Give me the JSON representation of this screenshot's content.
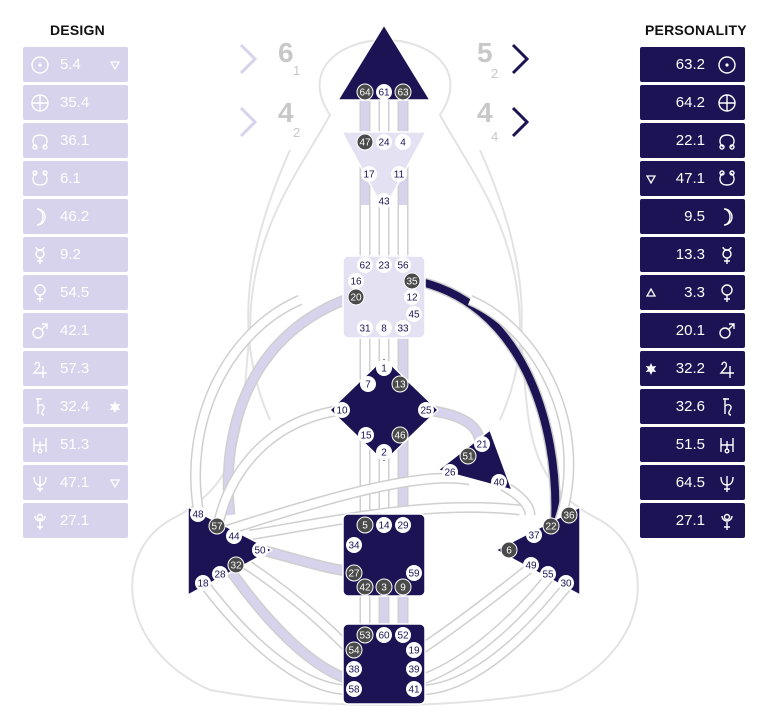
{
  "design": {
    "title": "DESIGN",
    "rows": [
      {
        "icon": "sun-icon",
        "value": "5.4",
        "marker": "down-triangle"
      },
      {
        "icon": "earth-icon",
        "value": "35.4",
        "marker": ""
      },
      {
        "icon": "north-node-icon",
        "value": "36.1",
        "marker": ""
      },
      {
        "icon": "south-node-icon",
        "value": "6.1",
        "marker": ""
      },
      {
        "icon": "moon-icon",
        "value": "46.2",
        "marker": ""
      },
      {
        "icon": "mercury-icon",
        "value": "9.2",
        "marker": ""
      },
      {
        "icon": "venus-icon",
        "value": "54.5",
        "marker": ""
      },
      {
        "icon": "mars-icon",
        "value": "42.1",
        "marker": ""
      },
      {
        "icon": "jupiter-icon",
        "value": "57.3",
        "marker": ""
      },
      {
        "icon": "saturn-icon",
        "value": "32.4",
        "marker": "star"
      },
      {
        "icon": "uranus-icon",
        "value": "51.3",
        "marker": ""
      },
      {
        "icon": "neptune-icon",
        "value": "47.1",
        "marker": "down-triangle"
      },
      {
        "icon": "pluto-icon",
        "value": "27.1",
        "marker": ""
      }
    ]
  },
  "personality": {
    "title": "PERSONALITY",
    "rows": [
      {
        "icon": "sun-icon",
        "value": "63.2",
        "marker": ""
      },
      {
        "icon": "earth-icon",
        "value": "64.2",
        "marker": ""
      },
      {
        "icon": "north-node-icon",
        "value": "22.1",
        "marker": ""
      },
      {
        "icon": "south-node-icon",
        "value": "47.1",
        "marker": "down-triangle"
      },
      {
        "icon": "moon-icon",
        "value": "9.5",
        "marker": ""
      },
      {
        "icon": "mercury-icon",
        "value": "13.3",
        "marker": ""
      },
      {
        "icon": "venus-icon",
        "value": "3.3",
        "marker": "up-triangle"
      },
      {
        "icon": "mars-icon",
        "value": "20.1",
        "marker": ""
      },
      {
        "icon": "jupiter-icon",
        "value": "32.2",
        "marker": "star"
      },
      {
        "icon": "saturn-icon",
        "value": "32.6",
        "marker": ""
      },
      {
        "icon": "uranus-icon",
        "value": "51.5",
        "marker": ""
      },
      {
        "icon": "neptune-icon",
        "value": "64.5",
        "marker": ""
      },
      {
        "icon": "pluto-icon",
        "value": "27.1",
        "marker": ""
      }
    ]
  },
  "variables": {
    "top_left": {
      "big": "6",
      "small": "1"
    },
    "bottom_left": {
      "big": "4",
      "small": "2"
    },
    "top_right": {
      "big": "5",
      "small": "2"
    },
    "bottom_right": {
      "big": "4",
      "small": "4"
    }
  },
  "colors": {
    "design": "#d7d3ec",
    "personality": "#1b1354",
    "defined_center": "#1b1354",
    "undefined_center": "#e4e1f2",
    "channel_open": "#ffffff",
    "gate_design": "#4a4a4a"
  },
  "centers": [
    {
      "name": "head",
      "defined": true,
      "gates": [
        {
          "n": "64",
          "t": "design"
        },
        {
          "n": "61",
          "t": "none"
        },
        {
          "n": "63",
          "t": "design"
        }
      ]
    },
    {
      "name": "ajna",
      "defined": false,
      "gates": [
        {
          "n": "47",
          "t": "design"
        },
        {
          "n": "24",
          "t": "none"
        },
        {
          "n": "4",
          "t": "none"
        },
        {
          "n": "17",
          "t": "none"
        },
        {
          "n": "11",
          "t": "none"
        },
        {
          "n": "43",
          "t": "none"
        }
      ]
    },
    {
      "name": "throat",
      "defined": false,
      "gates": [
        {
          "n": "62",
          "t": "none"
        },
        {
          "n": "23",
          "t": "none"
        },
        {
          "n": "56",
          "t": "none"
        },
        {
          "n": "16",
          "t": "none"
        },
        {
          "n": "35",
          "t": "design"
        },
        {
          "n": "20",
          "t": "design"
        },
        {
          "n": "12",
          "t": "none"
        },
        {
          "n": "45",
          "t": "none"
        },
        {
          "n": "31",
          "t": "none"
        },
        {
          "n": "8",
          "t": "none"
        },
        {
          "n": "33",
          "t": "none"
        }
      ]
    },
    {
      "name": "g-center",
      "defined": true,
      "gates": [
        {
          "n": "1",
          "t": "none"
        },
        {
          "n": "7",
          "t": "none"
        },
        {
          "n": "13",
          "t": "design"
        },
        {
          "n": "10",
          "t": "none"
        },
        {
          "n": "25",
          "t": "none"
        },
        {
          "n": "15",
          "t": "none"
        },
        {
          "n": "46",
          "t": "design"
        },
        {
          "n": "2",
          "t": "none"
        }
      ]
    },
    {
      "name": "heart",
      "defined": true,
      "gates": [
        {
          "n": "21",
          "t": "none"
        },
        {
          "n": "51",
          "t": "design"
        },
        {
          "n": "26",
          "t": "none"
        },
        {
          "n": "40",
          "t": "none"
        }
      ]
    },
    {
      "name": "spleen",
      "defined": true,
      "gates": [
        {
          "n": "48",
          "t": "none"
        },
        {
          "n": "57",
          "t": "design"
        },
        {
          "n": "44",
          "t": "none"
        },
        {
          "n": "50",
          "t": "none"
        },
        {
          "n": "32",
          "t": "design"
        },
        {
          "n": "28",
          "t": "none"
        },
        {
          "n": "18",
          "t": "none"
        }
      ]
    },
    {
      "name": "sacral",
      "defined": true,
      "gates": [
        {
          "n": "5",
          "t": "design"
        },
        {
          "n": "14",
          "t": "none"
        },
        {
          "n": "29",
          "t": "none"
        },
        {
          "n": "34",
          "t": "none"
        },
        {
          "n": "27",
          "t": "design"
        },
        {
          "n": "59",
          "t": "none"
        },
        {
          "n": "42",
          "t": "design"
        },
        {
          "n": "3",
          "t": "design"
        },
        {
          "n": "9",
          "t": "design"
        }
      ]
    },
    {
      "name": "solar-plexus",
      "defined": true,
      "gates": [
        {
          "n": "36",
          "t": "design"
        },
        {
          "n": "22",
          "t": "design"
        },
        {
          "n": "37",
          "t": "none"
        },
        {
          "n": "6",
          "t": "design"
        },
        {
          "n": "49",
          "t": "none"
        },
        {
          "n": "55",
          "t": "none"
        },
        {
          "n": "30",
          "t": "none"
        }
      ]
    },
    {
      "name": "root",
      "defined": true,
      "gates": [
        {
          "n": "53",
          "t": "design"
        },
        {
          "n": "60",
          "t": "none"
        },
        {
          "n": "52",
          "t": "none"
        },
        {
          "n": "54",
          "t": "design"
        },
        {
          "n": "19",
          "t": "none"
        },
        {
          "n": "38",
          "t": "none"
        },
        {
          "n": "39",
          "t": "none"
        },
        {
          "n": "58",
          "t": "none"
        },
        {
          "n": "41",
          "t": "none"
        }
      ]
    }
  ]
}
